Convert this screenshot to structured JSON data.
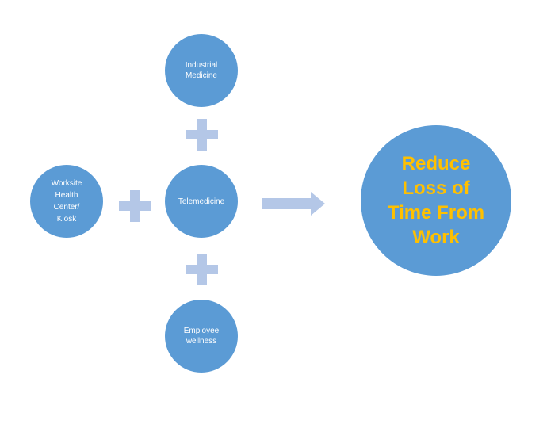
{
  "nodes": {
    "industrial": {
      "lines": [
        "Industrial",
        "Medicine"
      ]
    },
    "worksite": {
      "lines": [
        "Worksite",
        "Health",
        "Center/",
        "Kiosk"
      ]
    },
    "telemedicine": {
      "lines": [
        "Telemedicine"
      ]
    },
    "wellness": {
      "lines": [
        "Employee",
        "wellness"
      ]
    }
  },
  "outcome": {
    "lines": [
      "Reduce",
      "Loss of",
      "Time From",
      "Work"
    ]
  },
  "colors": {
    "circle_fill": "#5b9bd5",
    "connector": "#b4c7e7",
    "outcome_text": "#ffc000",
    "node_text": "#ffffff"
  },
  "icons": [
    "plus-icon",
    "arrow-right-icon"
  ]
}
